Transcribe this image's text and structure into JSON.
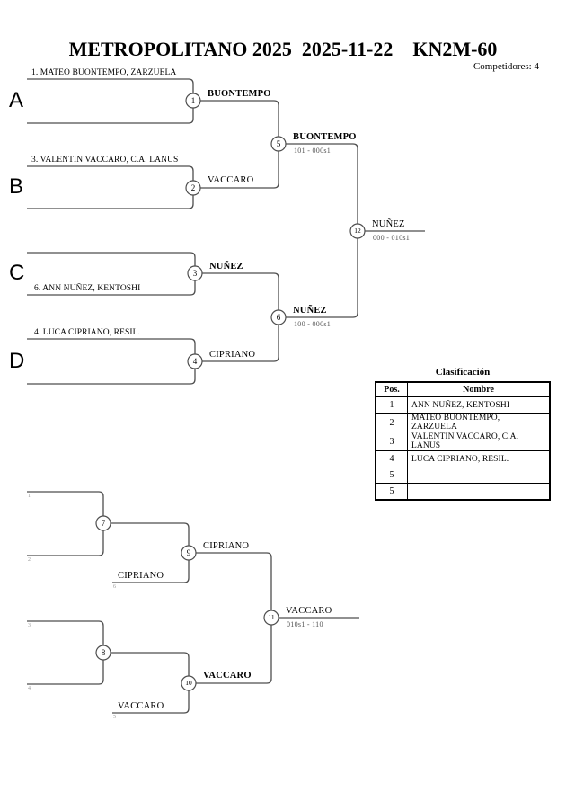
{
  "header": {
    "title": "METROPOLITANO 2025  2025-11-22    KN2M-60",
    "competitors": "Competidores: 4"
  },
  "colors": {
    "line": "#4d4d4d",
    "score_text": "#555555",
    "ref_text": "#999999"
  },
  "bracket_main": {
    "sections": [
      {
        "letter": "A",
        "player": "1. MATEO BUONTEMPO, ZARZUELA"
      },
      {
        "letter": "B",
        "player": "3. VALENTIN VACCARO, C.A. LANUS"
      },
      {
        "letter": "C",
        "player": "6. ANN NUÑEZ, KENTOSHI"
      },
      {
        "letter": "D",
        "player": "4. LUCA CIPRIANO, RESIL."
      }
    ],
    "matches": [
      {
        "number": "1",
        "winner": "BUONTEMPO"
      },
      {
        "number": "2",
        "winner": "VACCARO"
      },
      {
        "number": "3",
        "winner": "NUÑEZ"
      },
      {
        "number": "4",
        "winner": "CIPRIANO"
      },
      {
        "number": "5",
        "winner": "BUONTEMPO",
        "score": "101 - 000s1"
      },
      {
        "number": "6",
        "winner": "NUÑEZ",
        "score": "100 - 000s1"
      },
      {
        "number": "12",
        "winner": "NUÑEZ",
        "score": "000 - 010s1"
      }
    ]
  },
  "bracket_repechage": {
    "slot_refs": [
      "1",
      "2",
      "3",
      "4"
    ],
    "inputs": [
      {
        "ref": "6",
        "name": "CIPRIANO"
      },
      {
        "ref": "5",
        "name": "VACCARO"
      }
    ],
    "matches": [
      {
        "number": "7"
      },
      {
        "number": "8"
      },
      {
        "number": "9",
        "winner": "CIPRIANO"
      },
      {
        "number": "10",
        "winner": "VACCARO"
      },
      {
        "number": "11",
        "winner": "VACCARO",
        "score": "010s1 - 110"
      }
    ]
  },
  "classification": {
    "title": "Clasificación",
    "headers": {
      "pos": "Pos.",
      "name": "Nombre"
    },
    "rows": [
      {
        "pos": "1",
        "name": "ANN NUÑEZ, KENTOSHI"
      },
      {
        "pos": "2",
        "name": "MATEO BUONTEMPO, ZARZUELA"
      },
      {
        "pos": "3",
        "name": "VALENTIN VACCARO, C.A. LANUS"
      },
      {
        "pos": "4",
        "name": "LUCA CIPRIANO, RESIL."
      },
      {
        "pos": "5",
        "name": ""
      },
      {
        "pos": "5",
        "name": ""
      }
    ]
  }
}
